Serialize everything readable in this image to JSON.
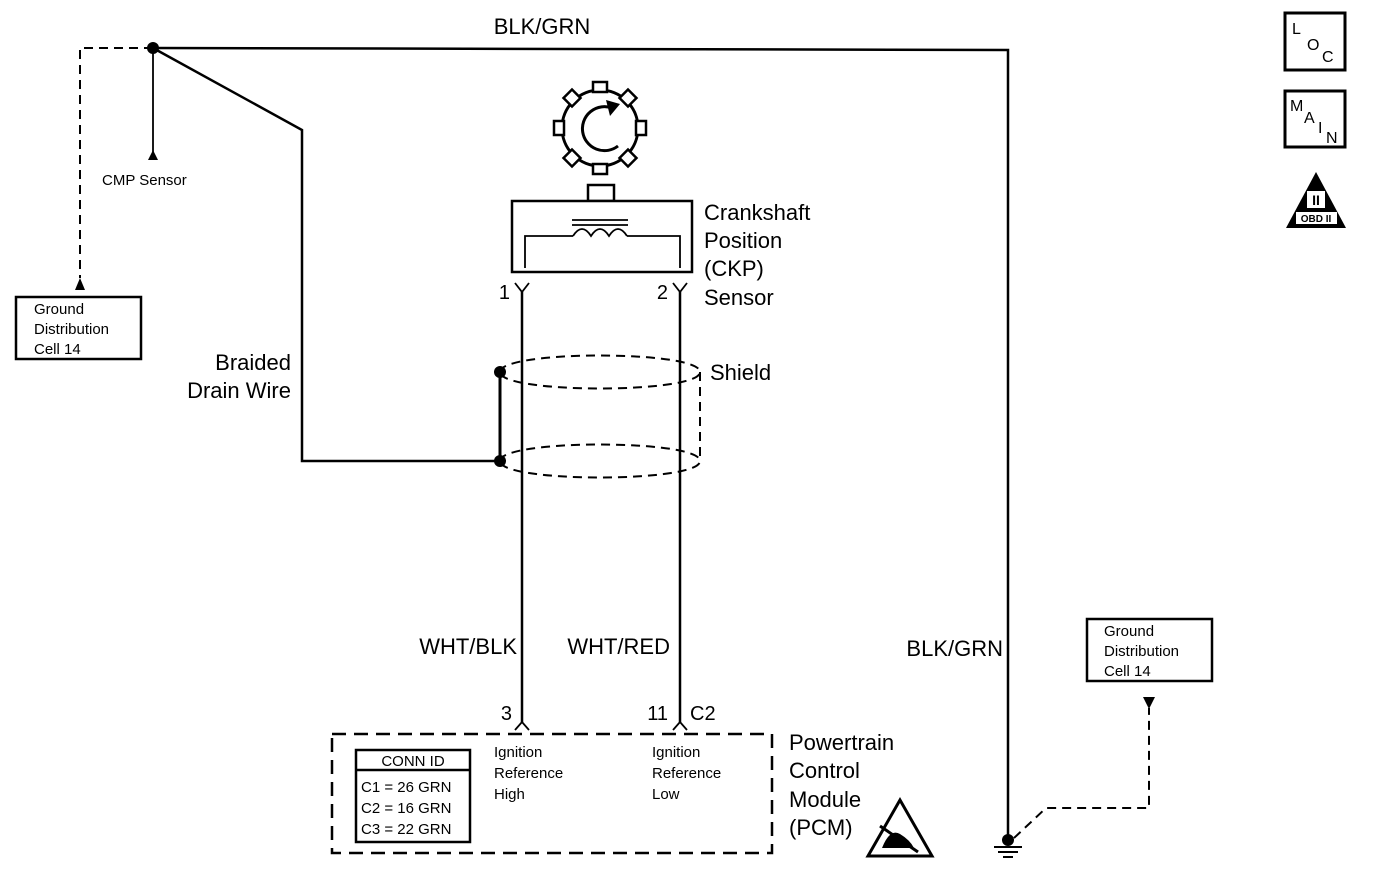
{
  "wires": {
    "top_label": "BLK/GRN",
    "right_label": "BLK/GRN",
    "pin1_wire": "WHT/BLK",
    "pin2_wire": "WHT/RED"
  },
  "cmp_sensor": "CMP Sensor",
  "ground_left": {
    "line1": "Ground",
    "line2": "Distribution",
    "line3": "Cell 14"
  },
  "ground_right": {
    "line1": "Ground",
    "line2": "Distribution",
    "line3": "Cell 14"
  },
  "drain": {
    "line1": "Braided",
    "line2": "Drain Wire"
  },
  "shield": "Shield",
  "ckp": {
    "line1": "Crankshaft",
    "line2": "Position",
    "line3": "(CKP)",
    "line4": "Sensor",
    "pin1": "1",
    "pin2": "2"
  },
  "pcm": {
    "line1": "Powertrain",
    "line2": "Control",
    "line3": "Module",
    "line4": "(PCM)",
    "pin_high": "3",
    "pin_low": "11",
    "connector": "C2",
    "high": {
      "line1": "Ignition",
      "line2": "Reference",
      "line3": "High"
    },
    "low": {
      "line1": "Ignition",
      "line2": "Reference",
      "line3": "Low"
    }
  },
  "conn_id": {
    "title": "CONN ID",
    "rows": [
      "C1 = 26 GRN",
      "C2 = 16 GRN",
      "C3 = 22 GRN"
    ]
  },
  "icons": {
    "loc": {
      "l": "L",
      "o": "O",
      "c": "C"
    },
    "main": {
      "m": "M",
      "a": "A",
      "i": "I",
      "n": "N"
    },
    "obd": {
      "numeral": "II",
      "text": "OBD II"
    }
  }
}
